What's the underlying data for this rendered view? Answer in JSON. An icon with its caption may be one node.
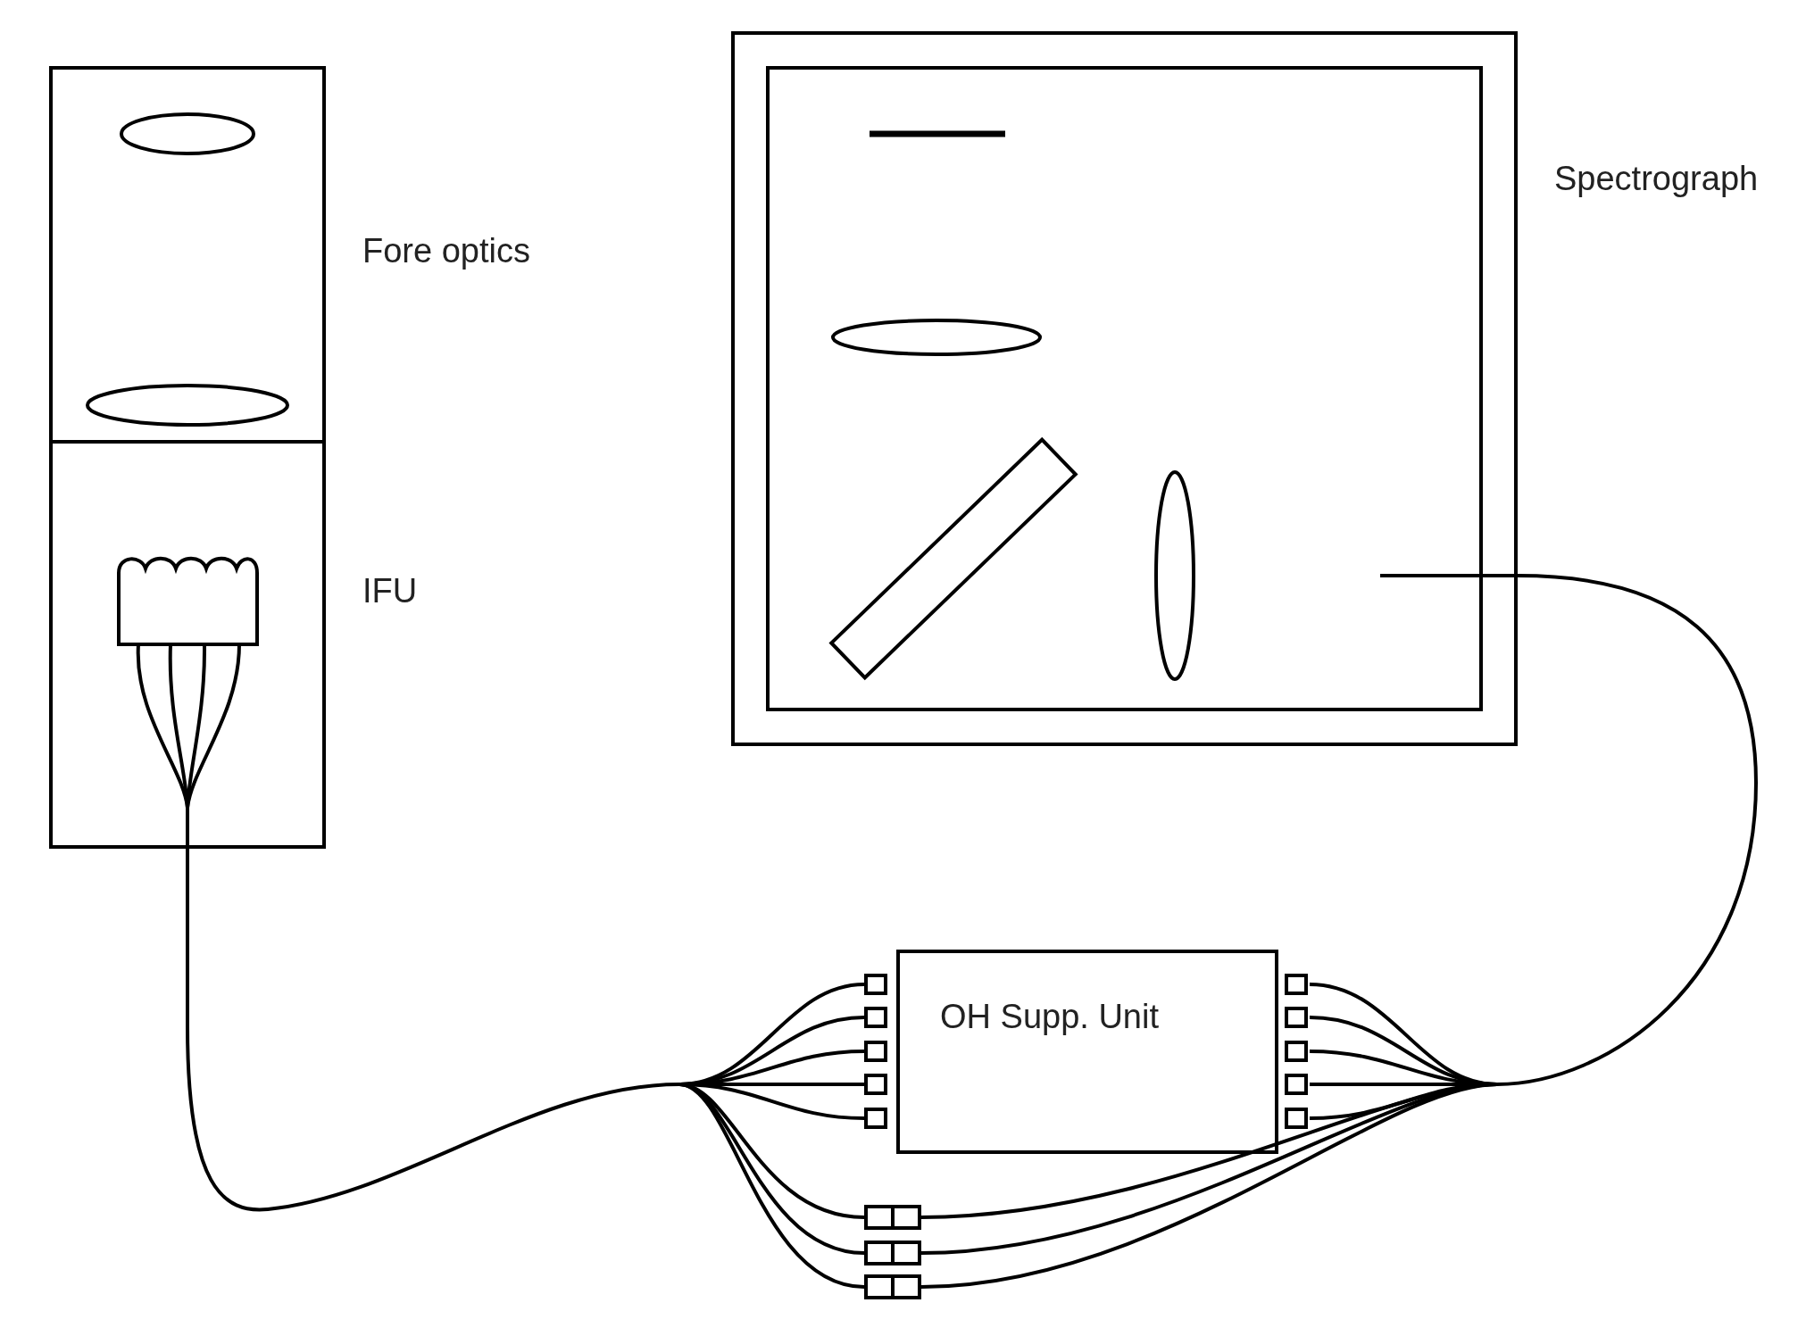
{
  "diagram": {
    "nodes": [
      {
        "text": [
          "Fore optics"
        ]
      },
      {
        "text": [
          "IFU"
        ]
      },
      {
        "text": [
          "Spectrograph"
        ]
      },
      {
        "text": [
          "OH Supp. Unit"
        ]
      }
    ],
    "edges": [
      {
        "from": 1,
        "to": 3,
        "arrow": "none"
      },
      {
        "from": 3,
        "to": 2,
        "arrow": "none"
      }
    ]
  }
}
